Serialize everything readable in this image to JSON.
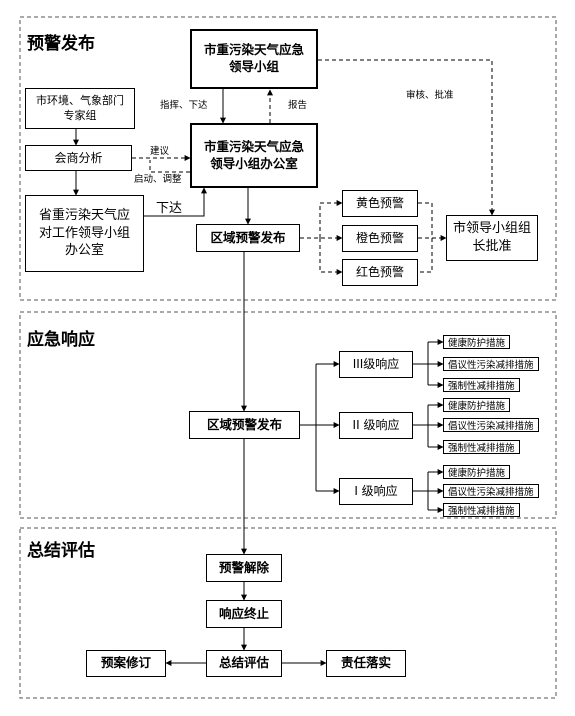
{
  "sections": {
    "warning": "预警发布",
    "response": "应急响应",
    "summary": "总结评估"
  },
  "nodes": {
    "city_group": "市重污染天气应急\n领导小组",
    "city_office": "市重污染天气应急\n领导小组办公室",
    "experts": "市环境、气象部门\n专家组",
    "consult": "会商分析",
    "province_office": "省重污染天气应\n对工作领导小组\n办公室",
    "region_publish_1": "区域预警发布",
    "yellow": "黄色预警",
    "orange": "橙色预警",
    "red": "红色预警",
    "leader_approve": "市领导小组组\n长批准",
    "region_publish_2": "区域预警发布",
    "level3": "III级响应",
    "level2": "II 级响应",
    "level1": "I 级响应",
    "lift": "预警解除",
    "end": "响应终止",
    "summary": "总结评估",
    "revise": "预案修订",
    "accountability": "责任落实"
  },
  "labels": {
    "command": "指挥、下达",
    "report": "报告",
    "review": "审核、批准",
    "suggest": "建议",
    "start_adjust": "启动、调整",
    "issue": "下达"
  },
  "measures": {
    "health": "健康防护措施",
    "advisory": "倡议性污染减排措施",
    "mandatory": "强制性减排措施"
  }
}
